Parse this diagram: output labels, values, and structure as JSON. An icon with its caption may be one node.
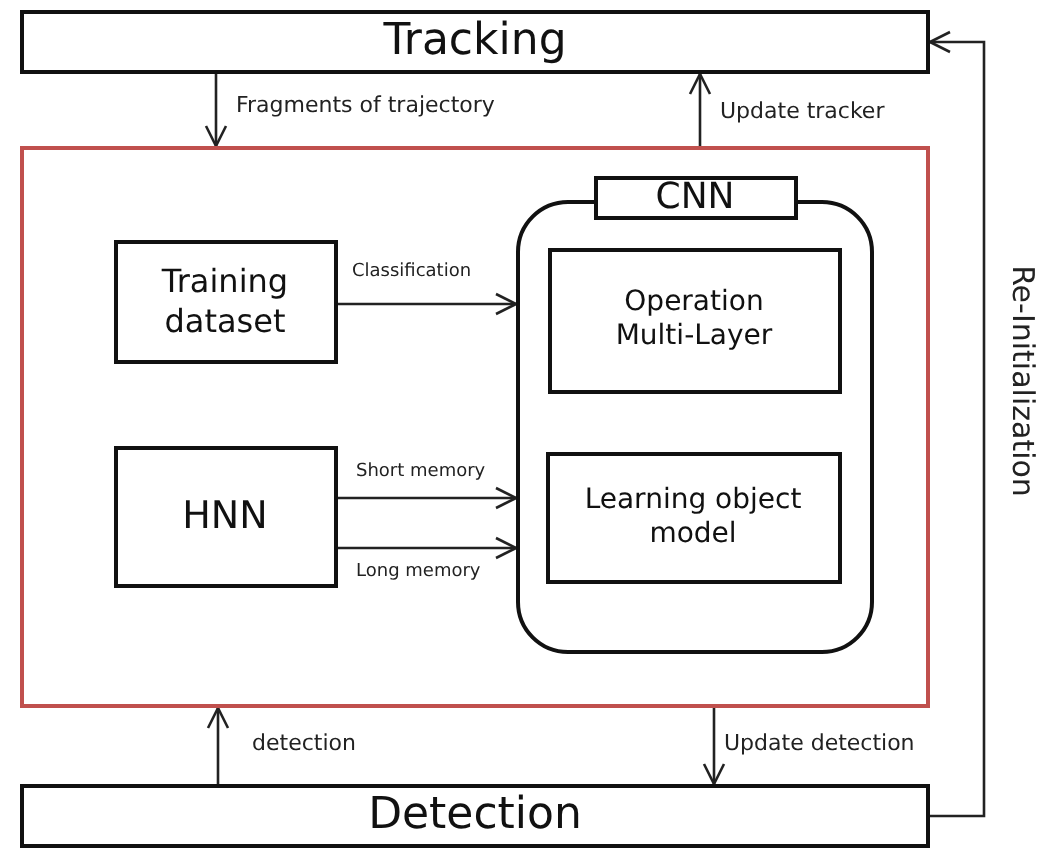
{
  "diagram": {
    "nodes": [
      {
        "text": [
          "Tracking"
        ]
      },
      {
        "text": [],
        "shape": "box"
      },
      {
        "text": [
          "Training dataset"
        ],
        "in": 1
      },
      {
        "text": [
          "HNN"
        ],
        "in": 1
      },
      {
        "text": [
          "CNN"
        ],
        "in": 1
      },
      {
        "text": [
          "Operation Multi-Layer"
        ],
        "in": 4
      },
      {
        "text": [
          "Learning object model"
        ],
        "in": 4
      },
      {
        "text": [
          "Detection"
        ]
      }
    ],
    "edges": [
      {
        "from": 0,
        "to": 1,
        "arrow": "to",
        "label": "Fragments of trajectory"
      },
      {
        "from": 1,
        "to": 0,
        "arrow": "to",
        "label": "Update tracker"
      },
      {
        "from": 2,
        "to": 4,
        "arrow": "to",
        "label": "Classification"
      },
      {
        "from": 3,
        "to": 4,
        "arrow": "to",
        "label": "Short memory"
      },
      {
        "from": 3,
        "to": 4,
        "arrow": "to",
        "label": "Long memory"
      },
      {
        "from": 7,
        "to": 1,
        "arrow": "to",
        "label": "detection"
      },
      {
        "from": 1,
        "to": 7,
        "arrow": "to",
        "label": "Update detection"
      },
      {
        "from": 7,
        "to": 0,
        "arrow": "to",
        "label": "Re-Initialization"
      }
    ]
  }
}
